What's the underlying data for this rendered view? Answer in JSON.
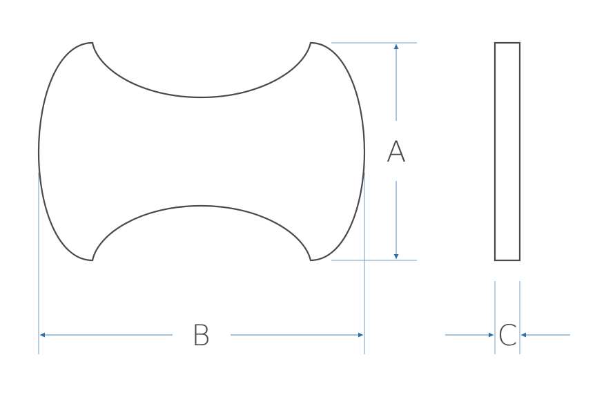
{
  "diagram": {
    "labels": {
      "a": "A",
      "b": "B",
      "c": "C"
    },
    "colors": {
      "outline": "#4a4a4a",
      "dimension": "#2f6fa3",
      "extension": "#6f9cc4",
      "background": "#ffffff"
    }
  }
}
